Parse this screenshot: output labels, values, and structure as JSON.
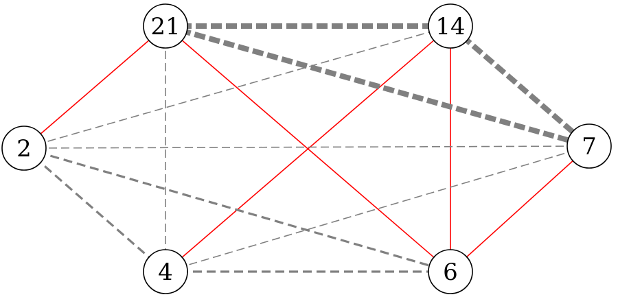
{
  "diagram": {
    "type": "graph",
    "colors": {
      "solid_edge": "#ff0000",
      "dashed_edge": "#808080"
    },
    "nodes": [
      {
        "id": "21",
        "label": "21"
      },
      {
        "id": "14",
        "label": "14"
      },
      {
        "id": "2",
        "label": "2"
      },
      {
        "id": "7",
        "label": "7"
      },
      {
        "id": "4",
        "label": "4"
      },
      {
        "id": "6",
        "label": "6"
      }
    ],
    "edges": [
      {
        "from": "21",
        "to": "2",
        "style": "red"
      },
      {
        "from": "21",
        "to": "6",
        "style": "red"
      },
      {
        "from": "14",
        "to": "4",
        "style": "red"
      },
      {
        "from": "14",
        "to": "6",
        "style": "red"
      },
      {
        "from": "7",
        "to": "6",
        "style": "red"
      },
      {
        "from": "21",
        "to": "4",
        "style": "thin"
      },
      {
        "from": "2",
        "to": "14",
        "style": "thin"
      },
      {
        "from": "2",
        "to": "7",
        "style": "thin"
      },
      {
        "from": "4",
        "to": "7",
        "style": "thin"
      },
      {
        "from": "2",
        "to": "4",
        "style": "medium"
      },
      {
        "from": "2",
        "to": "6",
        "style": "medium"
      },
      {
        "from": "4",
        "to": "6",
        "style": "medium"
      },
      {
        "from": "21",
        "to": "14",
        "style": "thick"
      },
      {
        "from": "21",
        "to": "7",
        "style": "thick"
      },
      {
        "from": "14",
        "to": "7",
        "style": "thick"
      }
    ]
  }
}
